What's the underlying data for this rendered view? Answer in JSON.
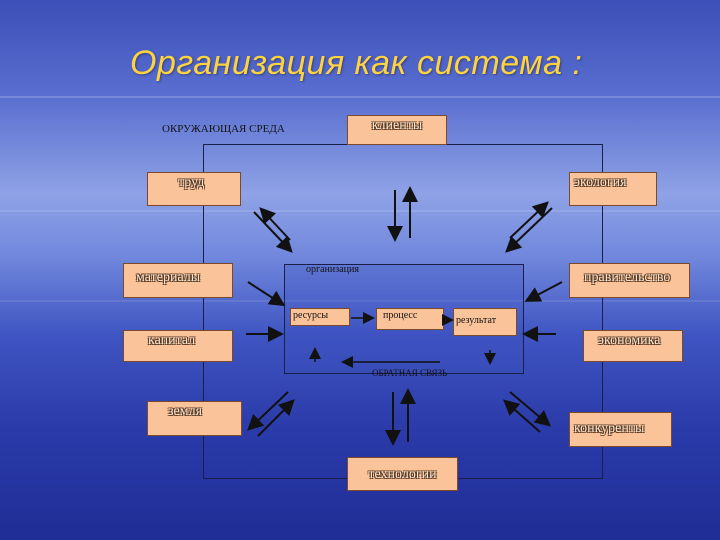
{
  "title": "Организация как система :",
  "environment_label": "ОКРУЖАЮЩАЯ СРЕДА",
  "organization_label": "организация",
  "feedback_label": "ОБРАТНАЯ СВЯЗЬ",
  "external": {
    "clients": "клиенты",
    "labor": "труд",
    "ecology": "экология",
    "materials": "материалы",
    "government": "правительство",
    "capital": "капитал",
    "economy": "экономика",
    "land": "земля",
    "competitors": "конкуренты",
    "technologies": "технологии"
  },
  "internal": {
    "resources": "ресурсы",
    "process": "процесс",
    "result": "результат"
  },
  "colors": {
    "box_fill": "#fbc39a",
    "title": "#ffd23f",
    "line": "#111111"
  }
}
